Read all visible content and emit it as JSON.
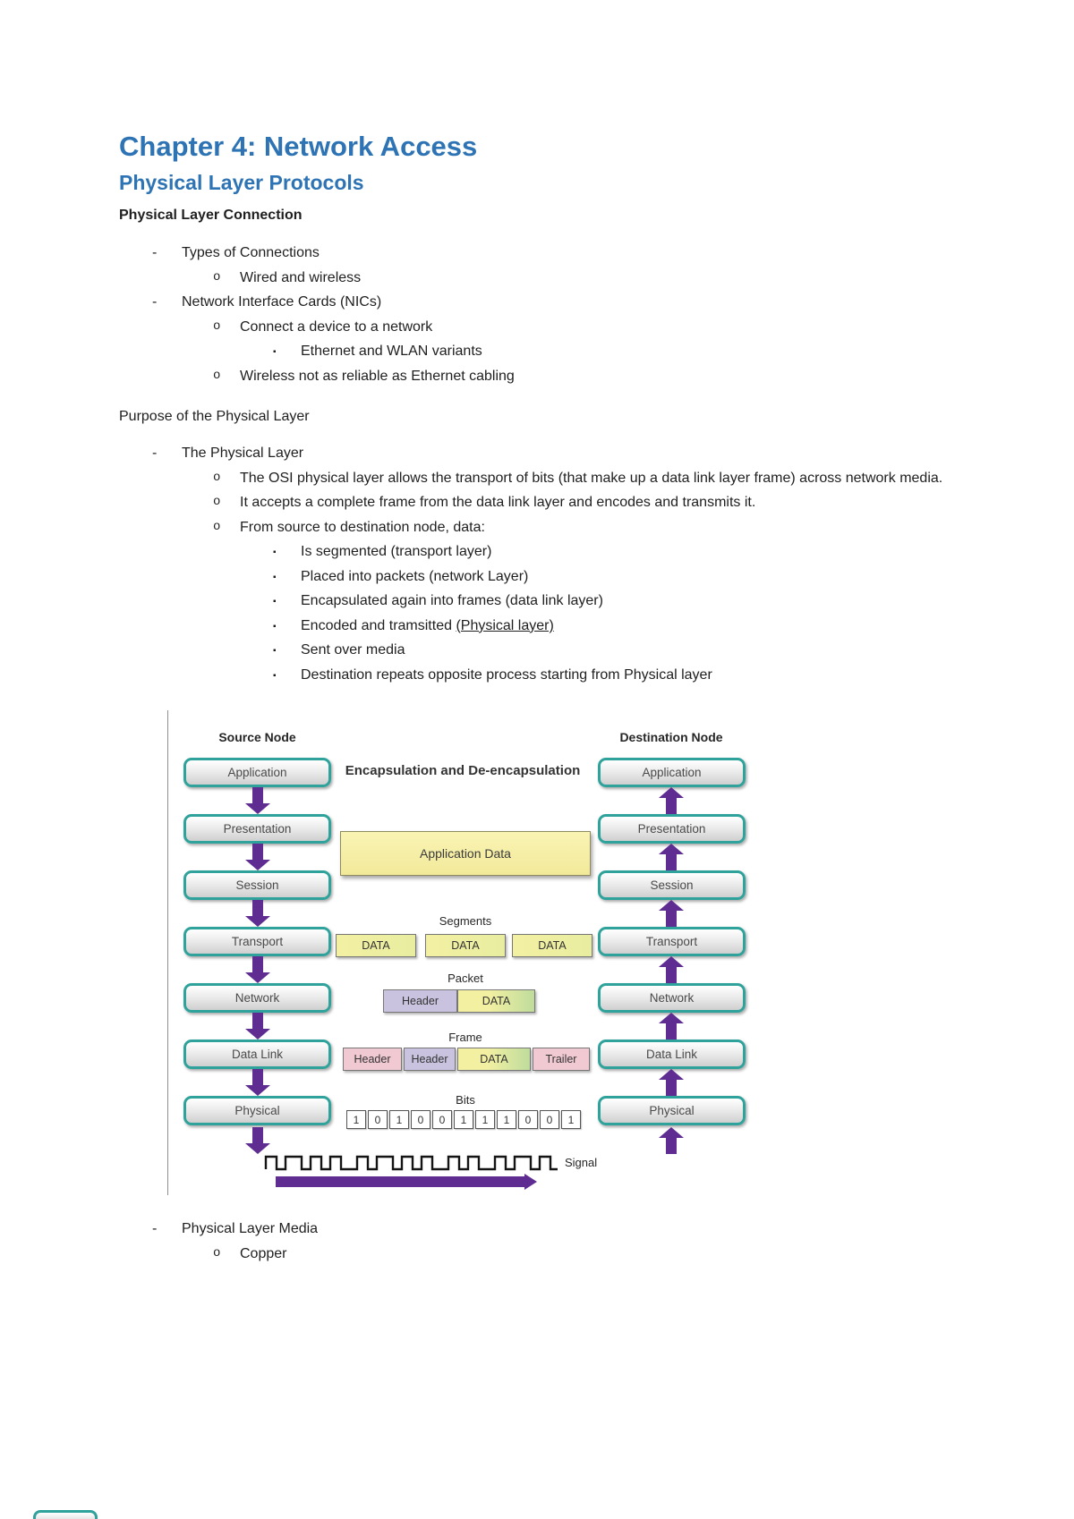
{
  "colors": {
    "heading_blue": "#2E74B5",
    "arrow_purple": "#5F2D91",
    "layer_border_teal": "#2FA39B",
    "box_yellow": "#F2E99A",
    "box_lavender": "#C9C3DF",
    "box_pink": "#F1C9D3"
  },
  "doc": {
    "title": "Chapter 4: Network Access",
    "subtitle": "Physical Layer Protocols",
    "heading_connection": "Physical Layer Connection",
    "heading_purpose": "Purpose of the Physical Layer"
  },
  "connection_list": [
    {
      "bullet": "-",
      "text": "Types of Connections"
    },
    {
      "bullet": "o",
      "text": "Wired and wireless"
    },
    {
      "bullet": "-",
      "text": "Network Interface Cards (NICs)"
    },
    {
      "bullet": "o",
      "text": "Connect a device to a network"
    },
    {
      "bullet": "▪",
      "text": "Ethernet and WLAN variants"
    },
    {
      "bullet": "o",
      "text": "Wireless not as reliable as Ethernet cabling"
    }
  ],
  "purpose_list": [
    {
      "bullet": "-",
      "text": "The Physical Layer"
    },
    {
      "bullet": "o",
      "text": "The OSI physical layer allows the transport of bits (that make up a data link layer frame) across network media."
    },
    {
      "bullet": "o",
      "text": "It accepts a complete frame from the data link layer and encodes and transmits it."
    },
    {
      "bullet": "o",
      "text": "From source to destination node, data:"
    },
    {
      "bullet": "▪",
      "text": "Is segmented (transport layer)"
    },
    {
      "bullet": "▪",
      "text": "Placed into packets (network Layer)"
    },
    {
      "bullet": "▪",
      "text": "Encapsulated again into frames (data link layer)"
    },
    {
      "bullet": "▪",
      "text": "Encoded and tramsitted ",
      "underlined": "(Physical layer)"
    },
    {
      "bullet": "▪",
      "text": "Sent over media"
    },
    {
      "bullet": "▪",
      "text": "Destination repeats opposite process starting from Physical layer"
    }
  ],
  "media_list": [
    {
      "bullet": "-",
      "text": "Physical Layer Media"
    },
    {
      "bullet": "o",
      "text": "Copper"
    }
  ],
  "diagram": {
    "source_label": "Source Node",
    "destination_label": "Destination Node",
    "title": "Encapsulation and De-encapsulation",
    "layers": [
      "Application",
      "Presentation",
      "Session",
      "Transport",
      "Network",
      "Data Link",
      "Physical"
    ],
    "application_data_label": "Application Data",
    "segments_label": "Segments",
    "segment_boxes": [
      "DATA",
      "DATA",
      "DATA"
    ],
    "packet_label": "Packet",
    "packet_header": "Header",
    "packet_data": "DATA",
    "frame_label": "Frame",
    "frame_boxes": [
      "Header",
      "Header",
      "DATA",
      "Trailer"
    ],
    "bits_label": "Bits",
    "bits": [
      "1",
      "0",
      "1",
      "0",
      "0",
      "1",
      "1",
      "1",
      "0",
      "0",
      "1"
    ],
    "signal_label": "Signal"
  }
}
